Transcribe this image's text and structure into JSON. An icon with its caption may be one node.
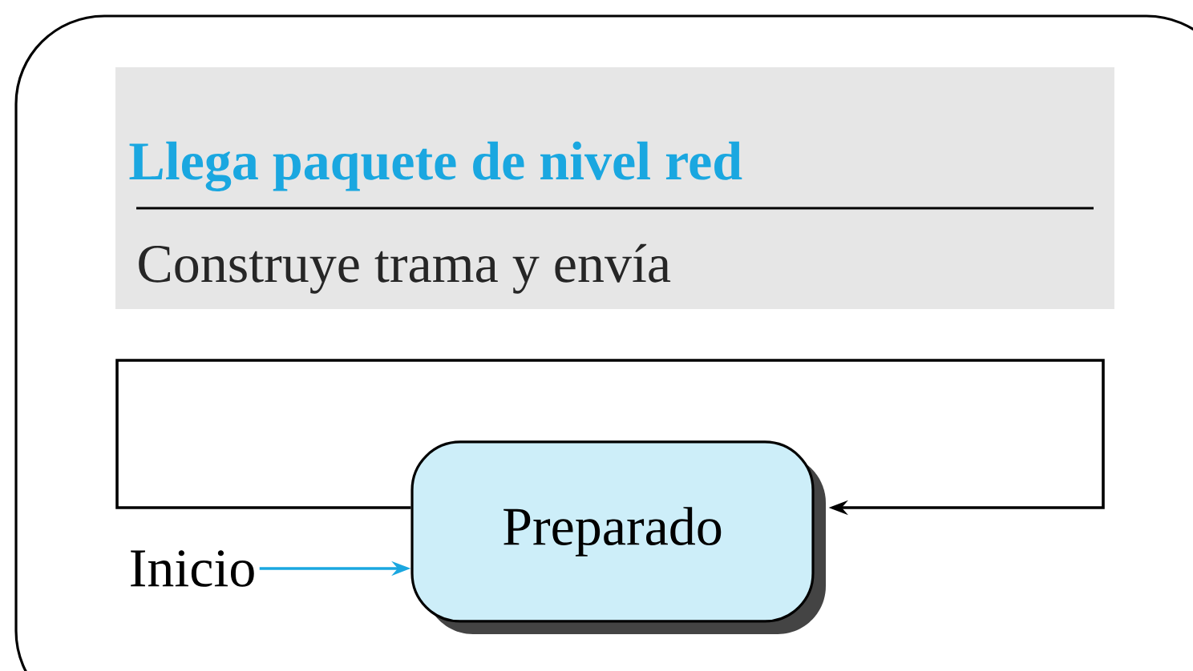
{
  "diagram": {
    "nodes": [
      {
        "text": [
          "Llega paquete de nivel red",
          "Construye trama y envía"
        ]
      },
      {
        "text": [
          "Inicio"
        ]
      },
      {
        "text": [
          "Preparado"
        ]
      }
    ],
    "edges": [
      {
        "from": 1,
        "to": 2,
        "arrow": "to",
        "color": "#1aa7e0"
      },
      {
        "from": 2,
        "to": 2,
        "arrow": "to",
        "color": "#000000"
      }
    ]
  }
}
